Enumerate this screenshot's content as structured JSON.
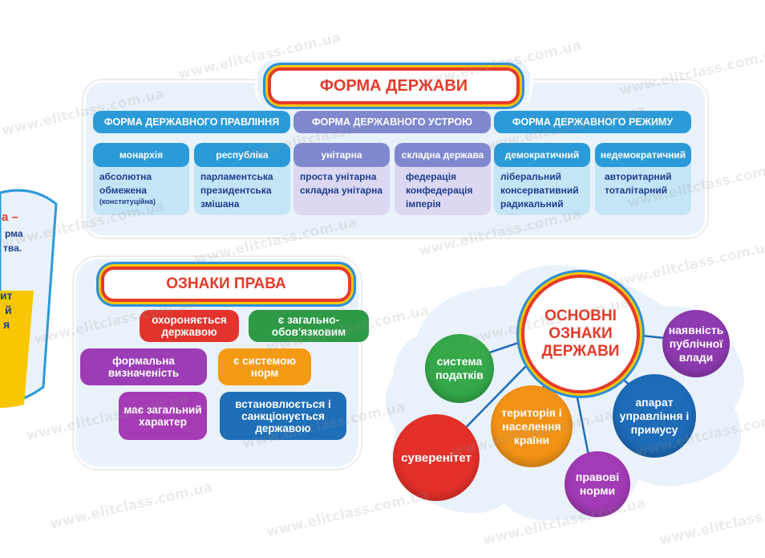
{
  "watermark": "www.elitclass.com.ua",
  "left_panel": {
    "lines": [
      "а –",
      "рма",
      "тва.",
      "ит",
      "й",
      "я"
    ]
  },
  "forma_derzhavy": {
    "title": "ФОРМА ДЕРЖАВИ",
    "headers": [
      "ФОРМА ДЕРЖАВНОГО ПРАВЛІННЯ",
      "ФОРМА ДЕРЖАВНОГО УСТРОЮ",
      "ФОРМА ДЕРЖАВНОГО РЕЖИМУ"
    ],
    "columns": [
      {
        "title": "монархія",
        "lines": [
          "абсолютна",
          "обмежена"
        ],
        "note": "(конституційна)"
      },
      {
        "title": "республіка",
        "lines": [
          "парламентська",
          "президентська",
          "змішана"
        ]
      },
      {
        "title": "унітарна",
        "lines": [
          "проста унітарна",
          "складна унітарна"
        ]
      },
      {
        "title": "складна держава",
        "lines": [
          "федерація",
          "конфедерація",
          "імперія"
        ]
      },
      {
        "title": "демократичний",
        "lines": [
          "ліберальний",
          "консервативний",
          "радикальний"
        ]
      },
      {
        "title": "недемократичний",
        "lines": [
          "авторитарний",
          "тоталітарний"
        ]
      }
    ],
    "colors": {
      "header_blue": "#2a9ad8",
      "header_purple": "#7f88cf",
      "body_blue": "#c4e5f6",
      "body_purple": "#dcd8f2"
    }
  },
  "oznaky_prava": {
    "title": "ОЗНАКИ ПРАВА",
    "items": [
      {
        "text": "охороняється державою",
        "color": "#e2342c"
      },
      {
        "text": "є загально-обов'язковим",
        "color": "#2e9a46"
      },
      {
        "text": "формальна визначеність",
        "color": "#9c3db5"
      },
      {
        "text": "є системою норм",
        "color": "#f49a14"
      },
      {
        "text": "має загальний характер",
        "color": "#a53bb5"
      },
      {
        "text": "встановлюється і санкціонується державою",
        "color": "#1f6fb8"
      }
    ]
  },
  "osnovni_oznaky": {
    "title": "ОСНОВНІ ОЗНАКИ ДЕРЖАВИ",
    "items": [
      {
        "text": "наявність публічної влади",
        "color": "#8e3ab0"
      },
      {
        "text": "система податків",
        "color": "#35a84a"
      },
      {
        "text": "апарат управління і примусу",
        "color": "#1e6bb8"
      },
      {
        "text": "територія і населення країни",
        "color": "#f39316"
      },
      {
        "text": "суверенітет",
        "color": "#e5302a"
      },
      {
        "text": "правові норми",
        "color": "#a23bb6"
      }
    ]
  }
}
